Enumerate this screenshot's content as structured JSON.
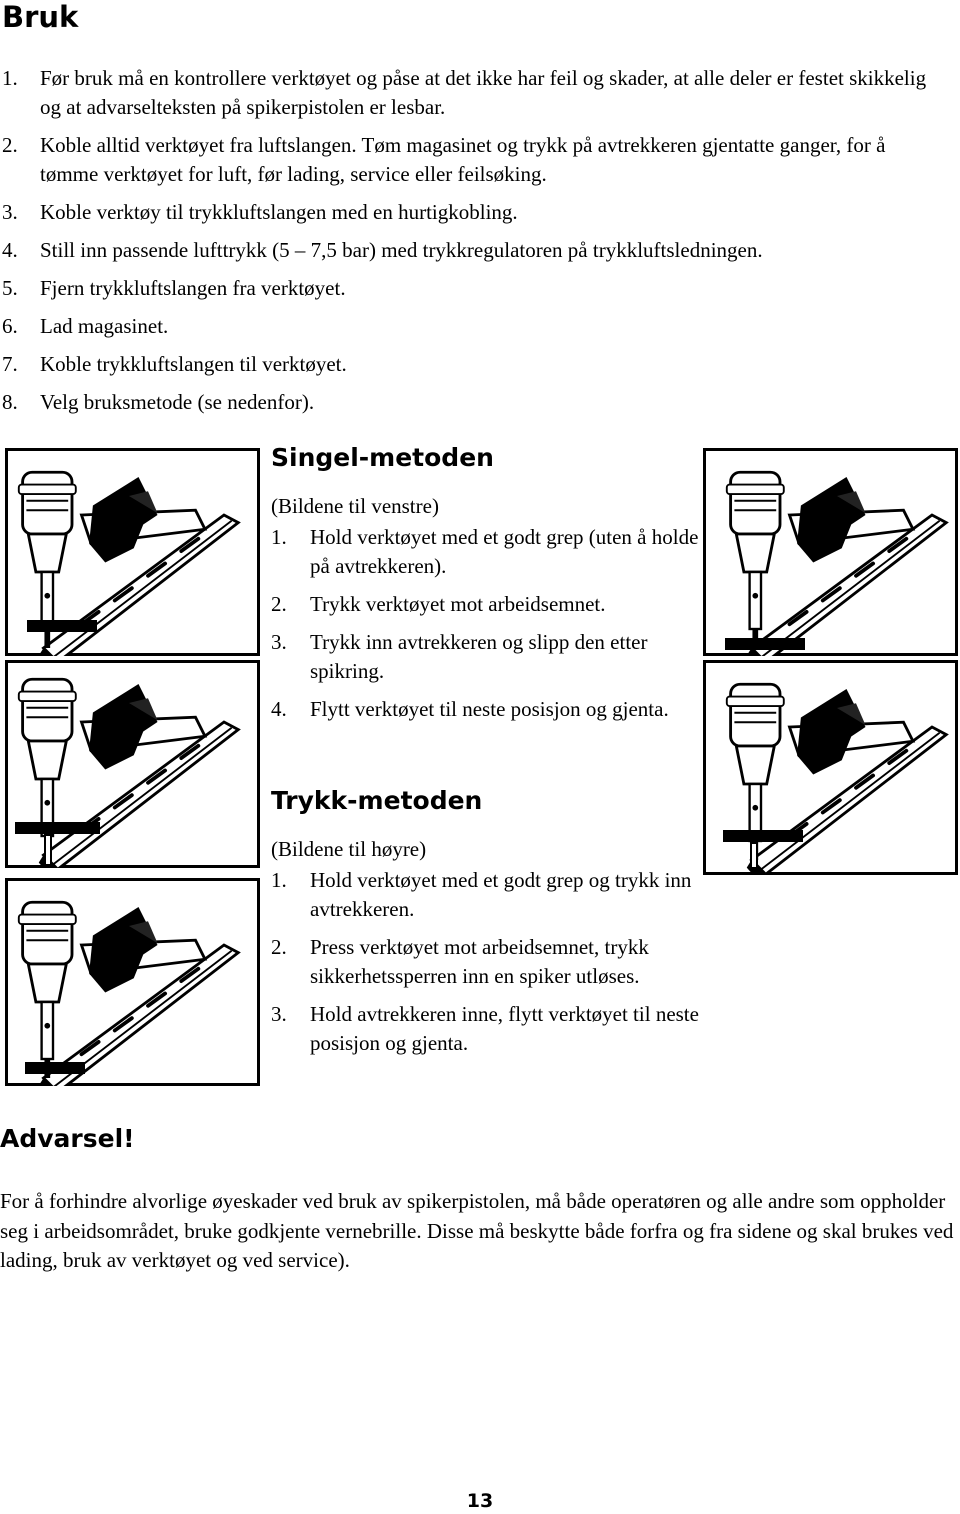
{
  "page": {
    "title": "Bruk",
    "steps": [
      {
        "n": "1.",
        "text": "Før bruk må en kontrollere verktøyet og påse at det ikke har feil og skader, at alle deler er festet skikkelig og at advarselteksten på spikerpistolen er lesbar."
      },
      {
        "n": "2.",
        "text": "Koble alltid verktøyet fra luftslangen. Tøm magasinet og trykk på avtrekkeren gjentatte ganger, for å tømme verktøyet for luft, før lading, service eller feilsøking."
      },
      {
        "n": "3.",
        "text": "Koble verktøy til trykkluftslangen med en hurtigkobling."
      },
      {
        "n": "4.",
        "text": "Still inn passende lufttrykk (5 – 7,5 bar) med trykkregulatoren på trykkluftsledningen."
      },
      {
        "n": "5.",
        "text": "Fjern trykkluftslangen fra verktøyet."
      },
      {
        "n": "6.",
        "text": "Lad magasinet."
      },
      {
        "n": "7.",
        "text": "Koble trykkluftslangen til verktøyet."
      },
      {
        "n": "8.",
        "text": "Velg bruksmetode (se nedenfor)."
      }
    ],
    "single_method": {
      "title": "Singel-metoden",
      "intro": "(Bildene til venstre)",
      "steps": [
        {
          "n": "1.",
          "text": "Hold verktøyet med et godt grep (uten å holde på avtrekkeren)."
        },
        {
          "n": "2.",
          "text": "Trykk verktøyet mot arbeidsemnet."
        },
        {
          "n": "3.",
          "text": "Trykk inn avtrekkeren og slipp den etter spikring."
        },
        {
          "n": "4.",
          "text": "Flytt verktøyet til neste posisjon og gjenta."
        }
      ]
    },
    "press_method": {
      "title": "Trykk-metoden",
      "intro": "(Bildene til høyre)",
      "steps": [
        {
          "n": "1.",
          "text": "Hold verktøyet med et godt grep og trykk inn avtrekkeren."
        },
        {
          "n": "2.",
          "text": "Press verktøyet mot arbeidsemnet, trykk sikkerhetssperren inn en spiker utløses."
        },
        {
          "n": "3.",
          "text": "Hold avtrekkeren inne, flytt verktøyet til neste posisjon og gjenta."
        }
      ]
    },
    "warning": {
      "title": "Advarsel!",
      "text": "For å forhindre alvorlige øyeskader ved bruk av spikerpistolen, må både operatøren og alle andre som oppholder seg i arbeidsområdet, bruke godkjente vernebrille. Disse må beskytte både forfra og fra sidene og skal brukes ved lading, bruk av verktøyet og ved service)."
    },
    "page_number": "13"
  }
}
